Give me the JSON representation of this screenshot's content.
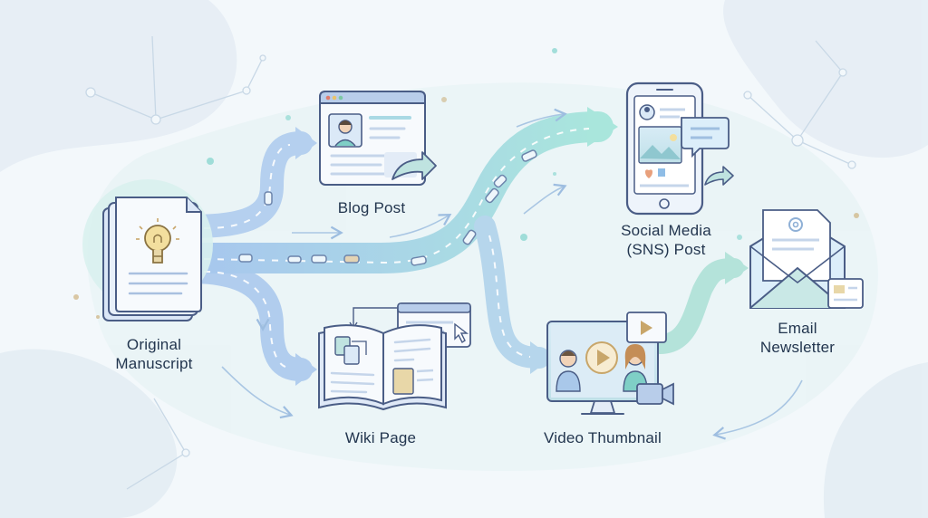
{
  "nodes": {
    "original_manuscript": {
      "label_line1": "Original",
      "label_line2": "Manuscript",
      "icon": "lightbulb-document-icon"
    },
    "blog_post": {
      "label": "Blog Post",
      "icon": "browser-profile-icon"
    },
    "wiki_page": {
      "label": "Wiki Page",
      "icon": "open-book-icon"
    },
    "social_media_post": {
      "label_line1": "Social Media",
      "label_line2": "(SNS) Post",
      "icon": "smartphone-icon"
    },
    "video_thumbnail": {
      "label": "Video Thumbnail",
      "icon": "monitor-video-icon"
    },
    "email_newsletter": {
      "label_line1": "Email",
      "label_line2": "Newsletter",
      "icon": "envelope-icon"
    }
  },
  "colors": {
    "background": "#f3f8fb",
    "flow_blue": "#9fc3ea",
    "flow_teal": "#a9e3dc",
    "outline": "#4a5d86",
    "text": "#23364f",
    "accent_gold": "#c8a66a"
  }
}
